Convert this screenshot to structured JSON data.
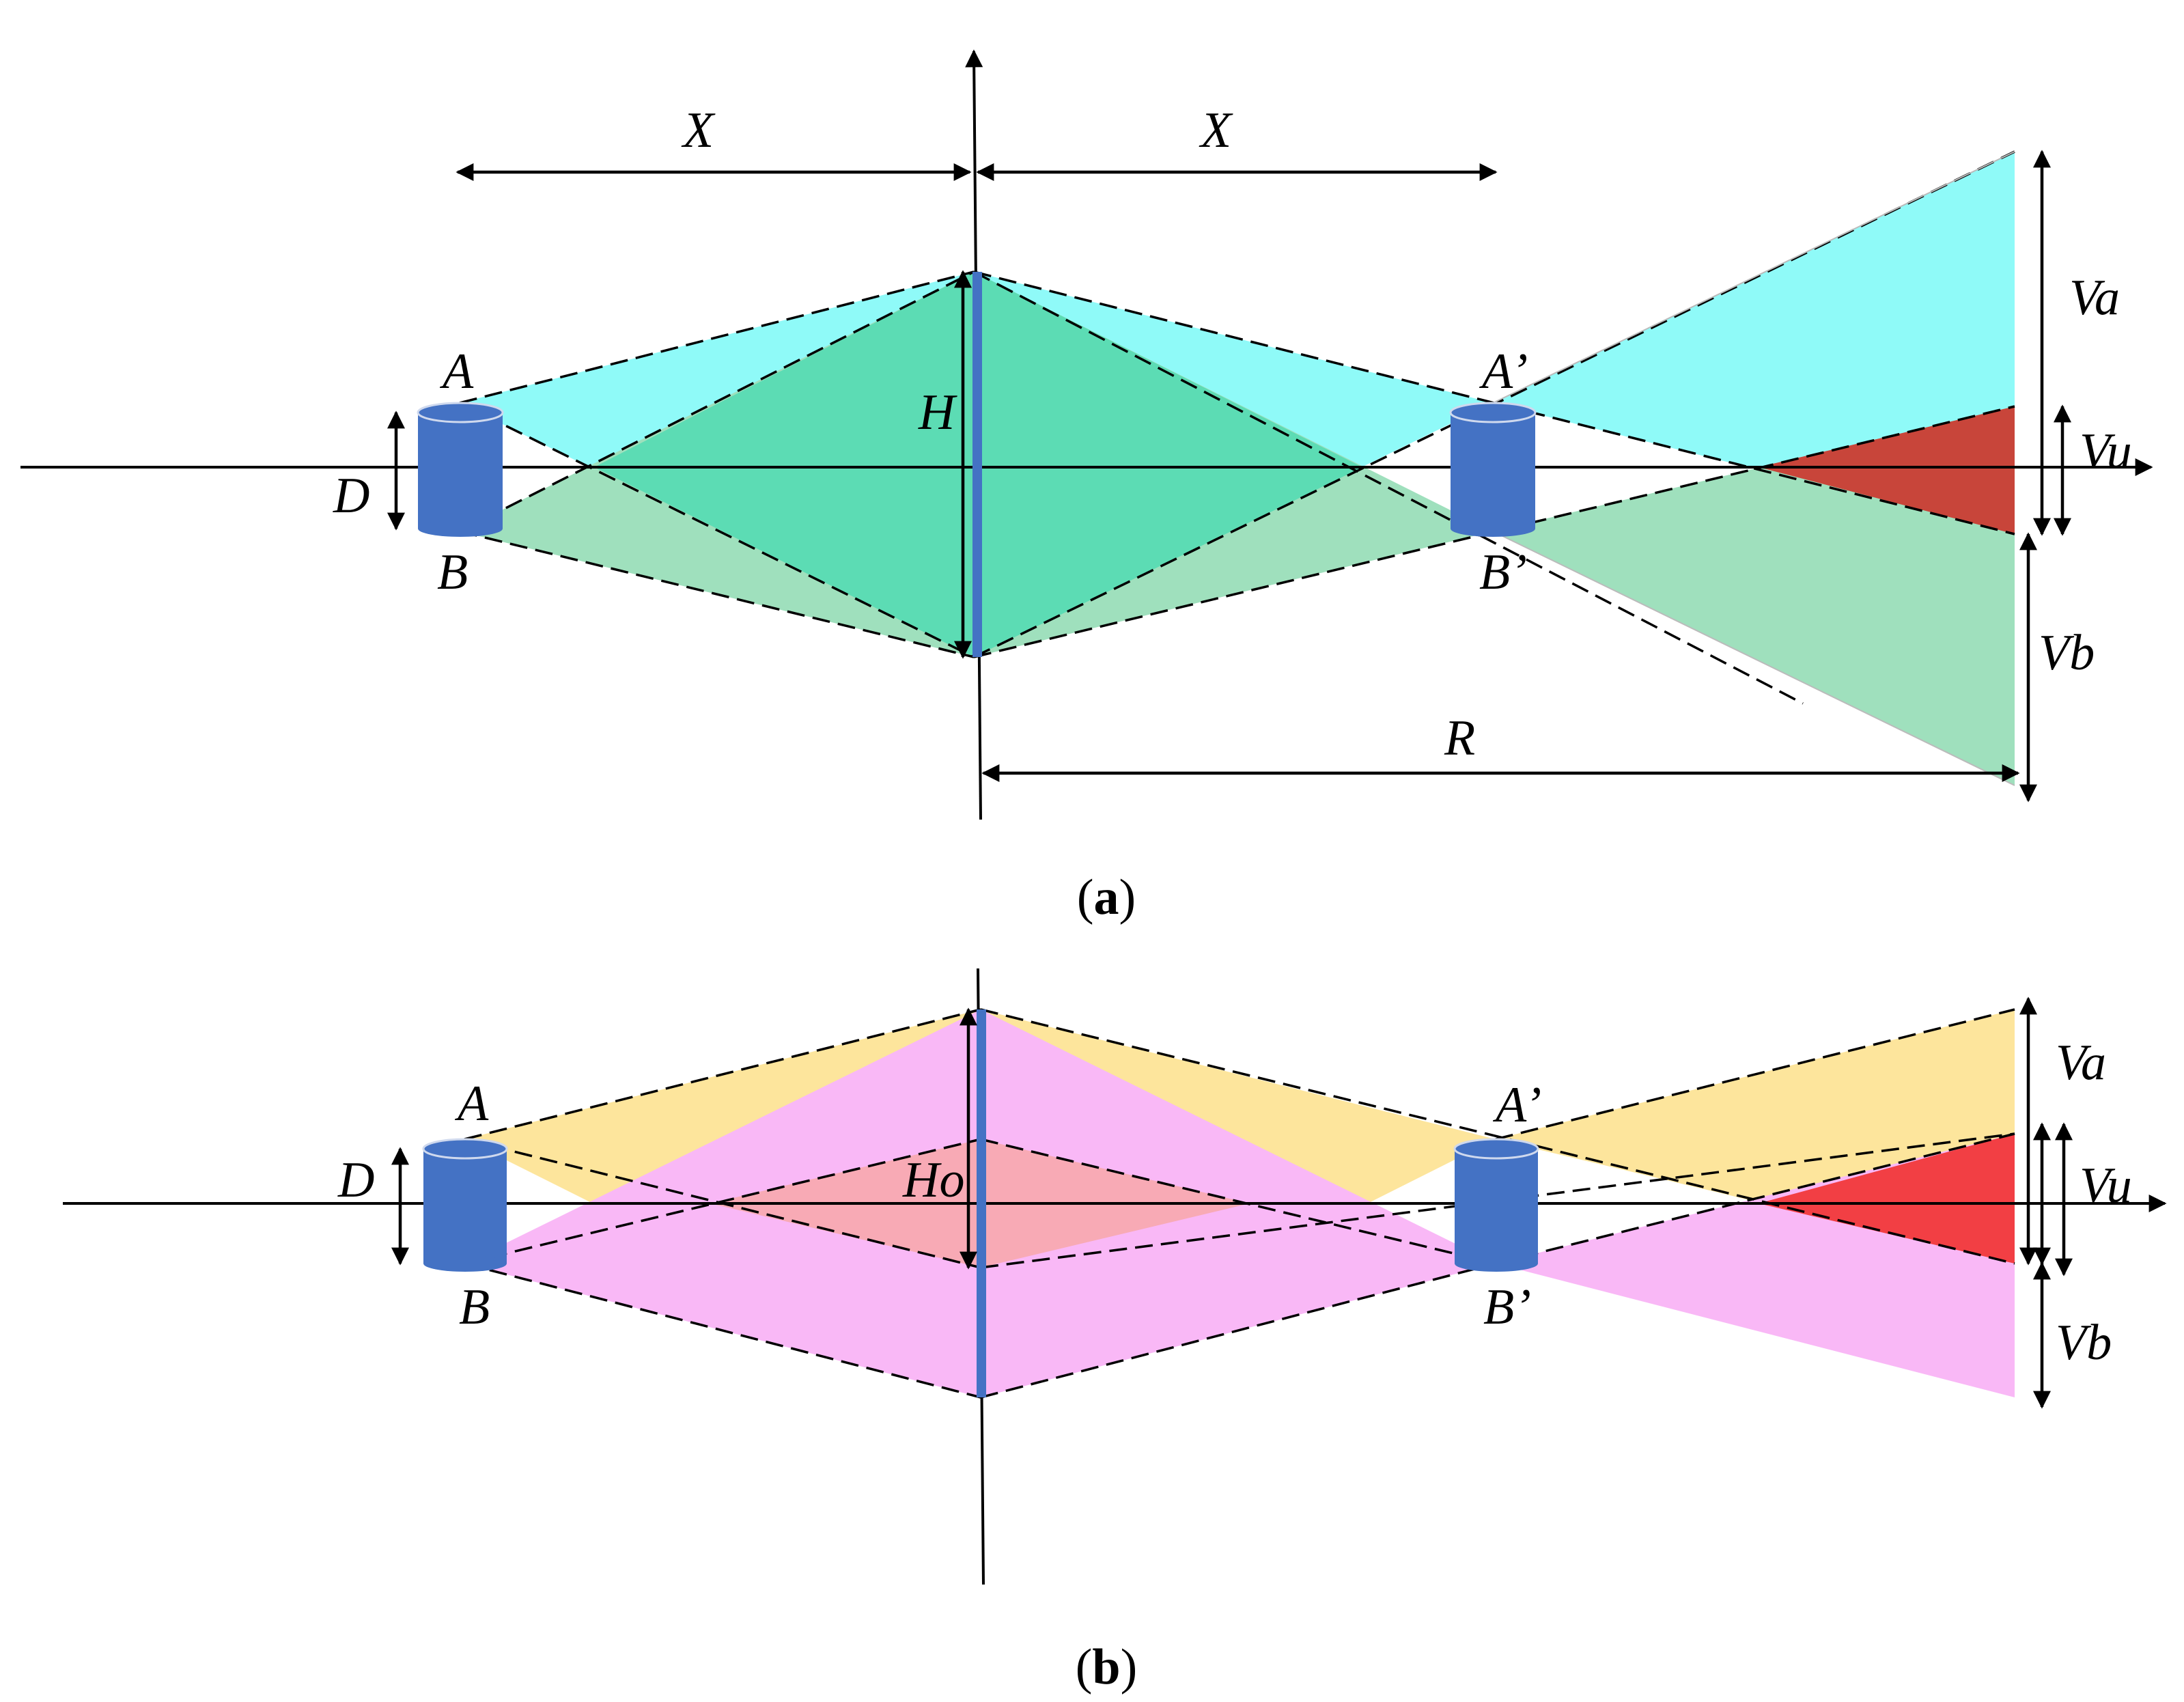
{
  "panel_a": {
    "caption_open": "(",
    "caption_letter": "a",
    "caption_close": ")",
    "labels": {
      "x_left": "X",
      "x_right": "X",
      "h": "H",
      "d": "D",
      "a": "A",
      "b": "B",
      "a_prime": "A’",
      "b_prime": "B’",
      "va": "Va",
      "vu": "Vu",
      "vb": "Vb",
      "r": "R"
    },
    "colors": {
      "upper_fill": "#8ffaf8",
      "lower_fill": "#9fe0bd",
      "overlap_fill": "#5cdcb4",
      "u_fill": "#c8453a",
      "lens": "#4472c4",
      "cylinder": "#4472c4"
    }
  },
  "panel_b": {
    "caption_open": "(",
    "caption_letter": "b",
    "caption_close": ")",
    "labels": {
      "ho": "Ho",
      "d": "D",
      "a": "A",
      "b": "B",
      "a_prime": "A’",
      "b_prime": "B’",
      "va": "Va",
      "vu": "Vu",
      "vb": "Vb"
    },
    "colors": {
      "upper_fill": "#fde59c",
      "lower_fill": "#f9b8f6",
      "overlap_fill": "#f8aab5",
      "u_fill": "#f23f44",
      "lens": "#4472c4",
      "cylinder": "#4472c4"
    }
  }
}
